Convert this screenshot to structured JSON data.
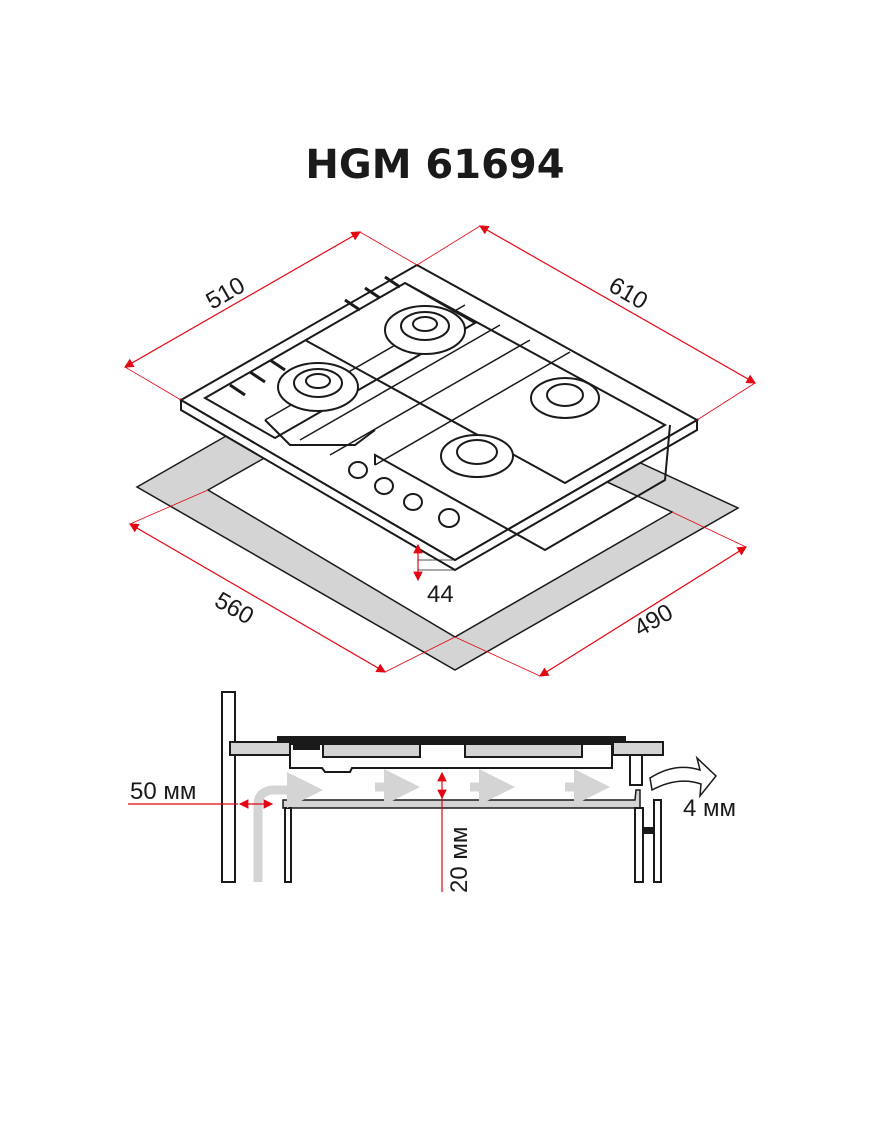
{
  "title": "HGM 61694",
  "top_view": {
    "width_back_label": "510",
    "depth_right_label": "610",
    "cutout_width_label": "560",
    "cutout_depth_label": "490",
    "height_label": "44"
  },
  "side_view": {
    "wall_gap_label": "50 мм",
    "air_gap_label": "20 мм",
    "vent_gap_label": "4 мм"
  },
  "colors": {
    "dimension": "#e30613",
    "line": "#1a1a1a",
    "fill_gray": "#d4d4d4"
  }
}
